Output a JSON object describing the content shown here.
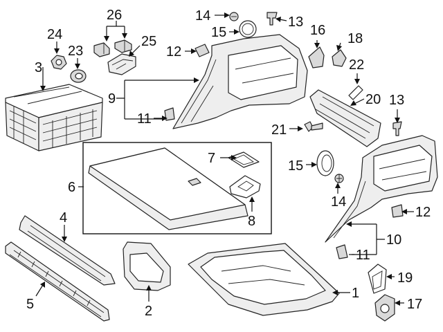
{
  "diagram": {
    "callouts": {
      "c1": "1",
      "c2": "2",
      "c3": "3",
      "c4": "4",
      "c5": "5",
      "c6": "6",
      "c7": "7",
      "c8": "8",
      "c9": "9",
      "c10": "10",
      "c11a": "11",
      "c11b": "11",
      "c12a": "12",
      "c12b": "12",
      "c13a": "13",
      "c13b": "13",
      "c14a": "14",
      "c14b": "14",
      "c15a": "15",
      "c15b": "15",
      "c16": "16",
      "c17": "17",
      "c18": "18",
      "c19": "19",
      "c20": "20",
      "c21": "21",
      "c22": "22",
      "c23": "23",
      "c24": "24",
      "c25": "25",
      "c26": "26"
    }
  }
}
